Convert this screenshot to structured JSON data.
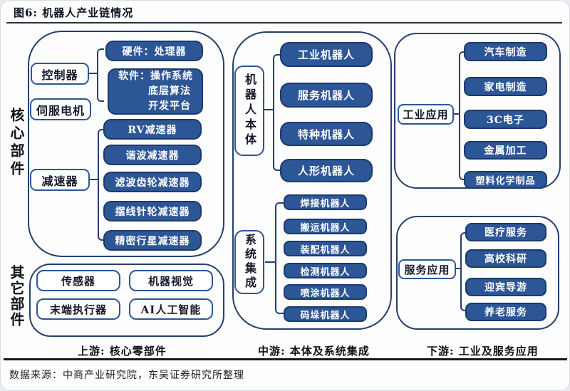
{
  "title": "图6:  机器人产业链情况",
  "core": {
    "side_label": "核心部件",
    "controller_label": "控制器",
    "servo_label": "伺服电机",
    "reducer_label": "减速器",
    "hardware": "硬件：处理器",
    "software_lines": [
      "软件：操作系统",
      "底层算法",
      "开发平台"
    ],
    "reducers": [
      "RV减速器",
      "谐波减速器",
      "滤波齿轮减速器",
      "摆线针轮减速器",
      "精密行星减速器"
    ]
  },
  "other": {
    "side_label": "其它部件",
    "items": [
      "传感器",
      "机器视觉",
      "末端执行器",
      "AI人工智能"
    ]
  },
  "middle": {
    "body_label": "机器人本体",
    "body_items": [
      "工业机器人",
      "服务机器人",
      "特种机器人",
      "人形机器人"
    ],
    "integration_label": "系统集成",
    "integration_items": [
      "焊接机器人",
      "搬运机器人",
      "装配机器人",
      "检测机器人",
      "喷涂机器人",
      "码垛机器人"
    ]
  },
  "downstream": {
    "industrial_label": "工业应用",
    "industrial_items": [
      "汽车制造",
      "家电制造",
      "3C电子",
      "金属加工",
      "塑料化学制品"
    ],
    "service_label": "服务应用",
    "service_items": [
      "医疗服务",
      "高校科研",
      "迎宾导游",
      "养老服务"
    ]
  },
  "stages": {
    "upstream": "上游: 核心零部件",
    "midstream": "中游: 本体及系统集成",
    "downstream": "下游: 工业及服务应用"
  },
  "footer": "数据来源：中商产业研究院，东吴证券研究所整理",
  "colors": {
    "accent_blue": "#2d5696",
    "border_navy": "#26406b",
    "text_dark": "#101216"
  }
}
